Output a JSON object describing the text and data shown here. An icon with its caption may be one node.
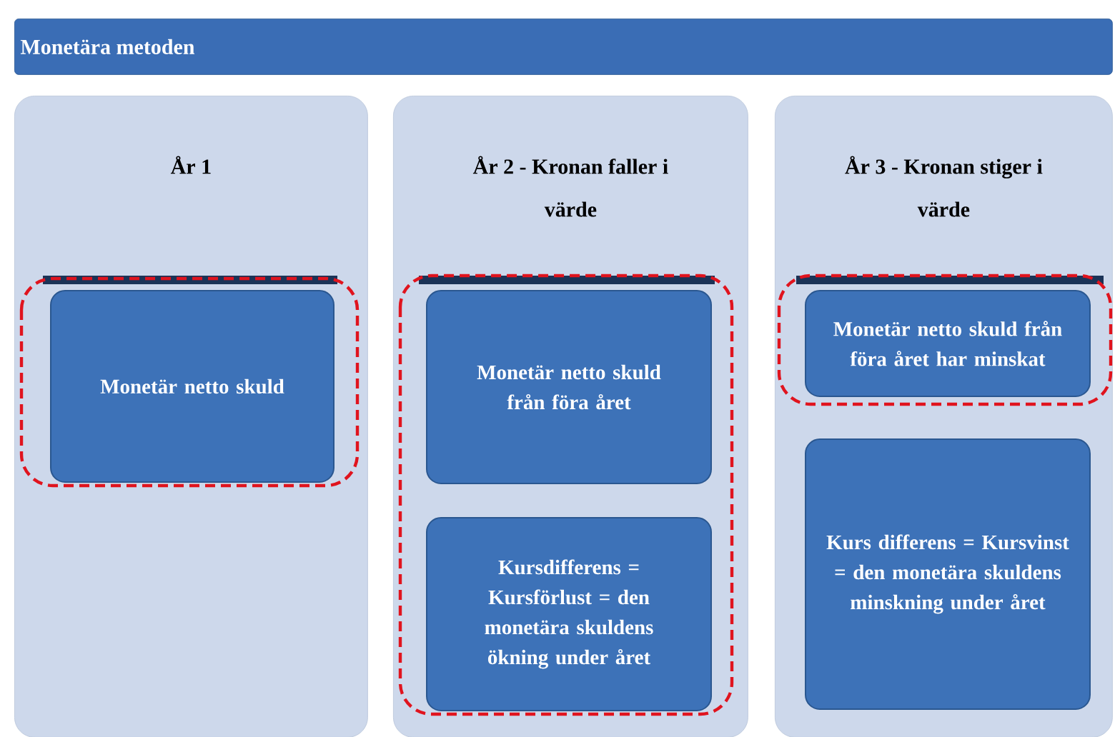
{
  "diagram": {
    "nodes": [
      {
        "text": [
          "Monetära metoden"
        ]
      },
      {
        "text": [
          "År 1"
        ]
      },
      {
        "text": [
          "År 2 - Kronan faller i värde"
        ]
      },
      {
        "text": [
          "År 3 - Kronan stiger i värde"
        ]
      },
      {
        "text": [
          "Monetär netto skuld"
        ],
        "in": 1
      },
      {
        "text": [
          "Monetär netto skuld från föra året"
        ],
        "in": 2
      },
      {
        "text": [
          "Kursdifferens = Kursförlust = den monetära skuldens ökning under året"
        ],
        "in": 2
      },
      {
        "text": [
          "Monetär netto skuld från föra året har minskat"
        ],
        "in": 3
      },
      {
        "text": [
          "Kurs differens = Kursvinst = den monetära skuldens minskning under året"
        ],
        "in": 3
      }
    ]
  }
}
